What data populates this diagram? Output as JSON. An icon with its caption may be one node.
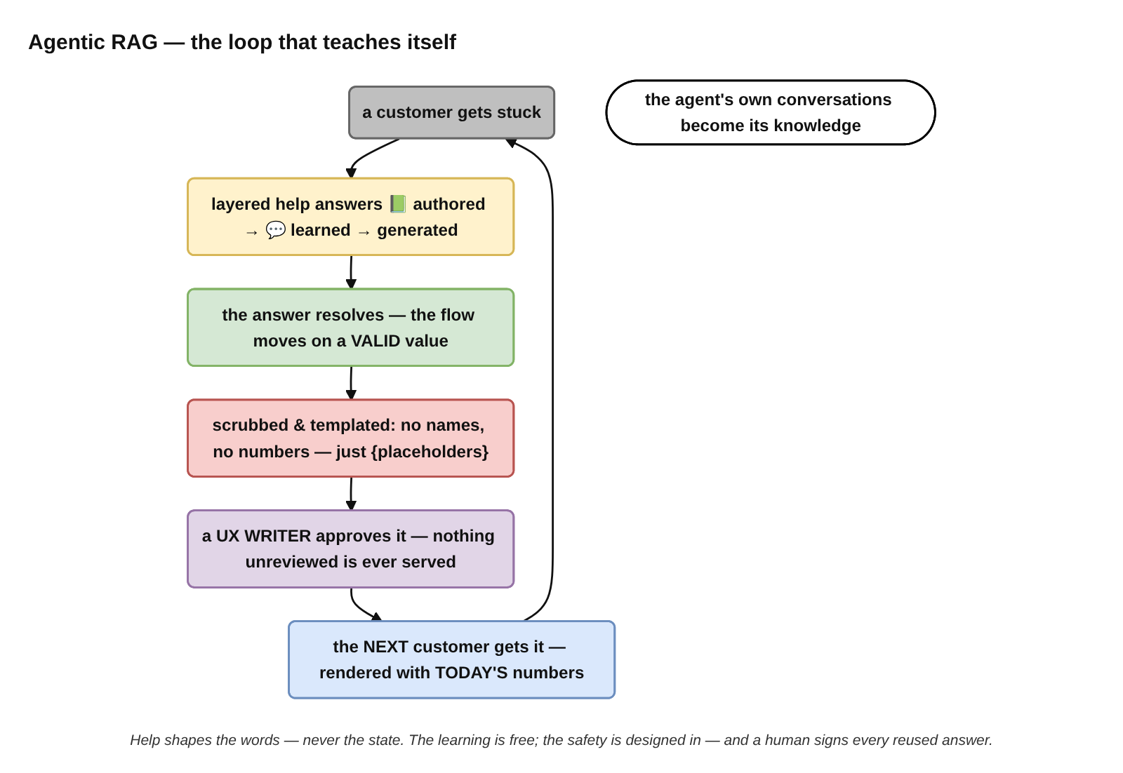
{
  "diagram": {
    "title": "Agentic RAG — the loop that teaches itself",
    "caption": "Help shapes the words — never the state. The learning is free; the safety is designed in — and a human signs every reused answer.",
    "nodes": [
      {
        "text": [
          "a customer gets stuck"
        ]
      },
      {
        "text": [
          "the NEXT customer gets it — rendered with TODAY'S numbers"
        ]
      },
      {
        "text": [
          "layered help answers 📗 authored → 💬 learned → generated"
        ]
      },
      {
        "text": [
          "the agent's own conversations become its knowledge"
        ]
      },
      {
        "text": [
          "a UX WRITER approves it — nothing unreviewed is ever served"
        ]
      },
      {
        "text": [
          "the answer resolves — the flow moves on a VALID value"
        ]
      },
      {
        "text": [
          "scrubbed & templated: no names, no numbers — just {placeholders}"
        ]
      }
    ],
    "edges": [
      {
        "from": 0,
        "to": 2,
        "arrow": "to"
      },
      {
        "from": 2,
        "to": 5,
        "arrow": "to"
      },
      {
        "from": 5,
        "to": 6,
        "arrow": "to"
      },
      {
        "from": 6,
        "to": 4,
        "arrow": "to"
      },
      {
        "from": 4,
        "to": 1,
        "arrow": "to"
      },
      {
        "from": 1,
        "to": 0,
        "arrow": "to"
      }
    ]
  }
}
